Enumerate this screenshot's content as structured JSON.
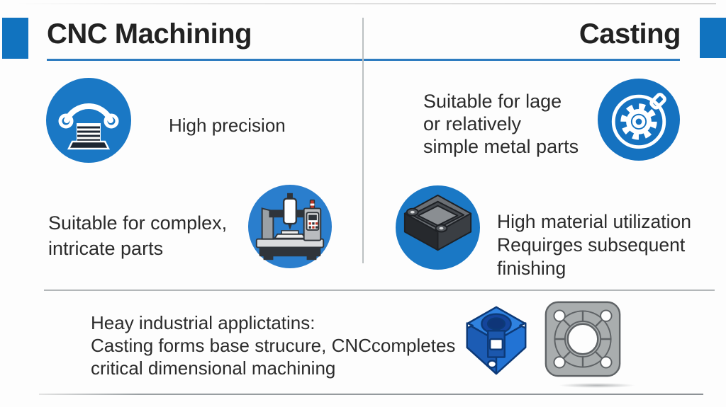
{
  "colors": {
    "accent_blue": "#1173bf",
    "circle_blue": "#1a78c5",
    "underline_blue": "#2e7cc0",
    "divider_gray": "#b3b7b9",
    "text_dark": "#2b2b2b",
    "part_blue": "#2273d4",
    "flange_gray": "#a9adae"
  },
  "header": {
    "left_title": "CNC Machining",
    "right_title": "Casting"
  },
  "cnc_column": {
    "point1": {
      "icon": "precision-gauge-icon",
      "label": "High precision"
    },
    "point2": {
      "icon": "cnc-machine-icon",
      "line1": "Suitable for complex,",
      "line2": "intricate parts"
    }
  },
  "casting_column": {
    "point1": {
      "icon": "gear-icon",
      "line1": "Suitable for lage",
      "line2": "or relatively",
      "line3": "simple metal parts"
    },
    "point2": {
      "icon": "casting-mold-icon",
      "line1": "High material utilization",
      "line2": "Requirges subsequent",
      "line3": "finishing"
    }
  },
  "footer": {
    "line1": "Heay industrial applictatins:",
    "line2": "Casting forms base strucure, CNCcompletes",
    "line3": "critical dimensional machining",
    "left_icon": "machined-part-icon",
    "right_icon": "flange-plate-icon"
  }
}
